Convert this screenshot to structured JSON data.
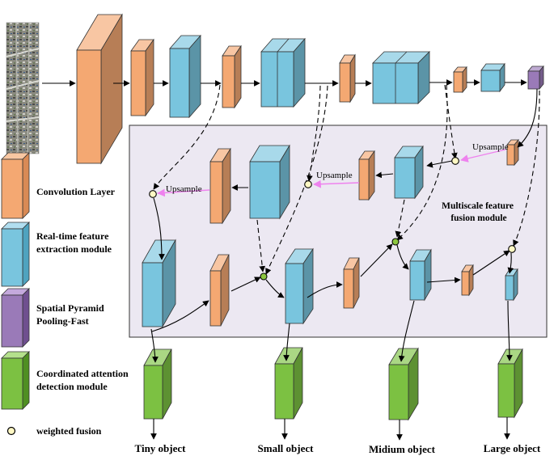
{
  "legend": {
    "conv": [
      "Convolution Layer"
    ],
    "rtfe": [
      "Real-time feature",
      "extraction module"
    ],
    "sppf": [
      "Spatial Pyramid",
      "Pooling-Fast"
    ],
    "cad": [
      "Coordinated attention",
      "detection module"
    ],
    "fusion": [
      "weighted fusion"
    ]
  },
  "fusion_module_label": [
    "Multiscale feature",
    "fusion module"
  ],
  "upsample_label": "Upsample",
  "outputs": [
    "Tiny object",
    "Small object",
    "Midium object",
    "Large object"
  ],
  "colors": {
    "conv": "#f4a872",
    "rtfe": "#79c5de",
    "sppf": "#9a7ab8",
    "cad": "#7cc142",
    "panel": "#ece8f2",
    "upsample_arrow": "#ee82ee",
    "fusion_node": "#8cc63f"
  }
}
